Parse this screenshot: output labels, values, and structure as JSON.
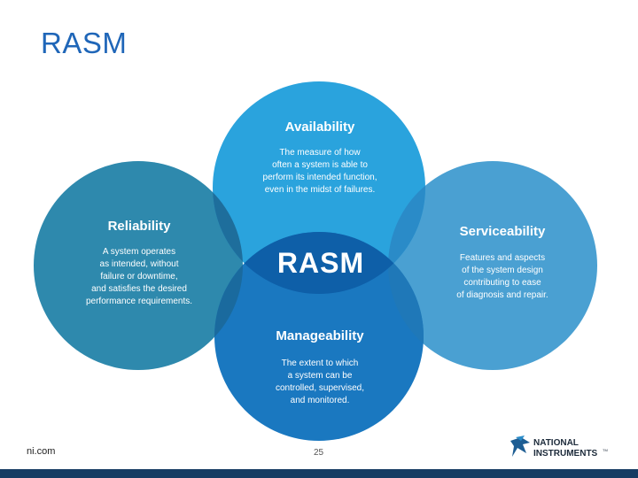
{
  "slide": {
    "title": "RASM"
  },
  "diagram": {
    "center_label": "RASM",
    "circles": [
      {
        "key": "availability",
        "title": "Availability",
        "lines": [
          "The measure of how",
          "often a system is able to",
          "perform its intended function,",
          "even in the midst of failures."
        ],
        "color": "#2aa3dd"
      },
      {
        "key": "reliability",
        "title": "Reliability",
        "lines": [
          "A system operates",
          "as intended, without",
          "failure or downtime,",
          "and satisfies the desired",
          "performance requirements."
        ],
        "color": "#2e89ad"
      },
      {
        "key": "serviceability",
        "title": "Serviceability",
        "lines": [
          "Features and aspects",
          "of the system design",
          "contributing to ease",
          "of diagnosis and repair."
        ],
        "color": "#4aa0d2"
      },
      {
        "key": "manageability",
        "title": "Manageability",
        "lines": [
          "The extent to which",
          "a system can be",
          "controlled, supervised,",
          "and monitored."
        ],
        "color": "#1a78c0"
      }
    ],
    "overlap_color": "#1e5e95",
    "center_color": "#0e5fa8"
  },
  "footer": {
    "site": "ni.com",
    "page": "25",
    "logo_line1": "NATIONAL",
    "logo_line2": "INSTRUMENTS",
    "logo_mark": "TM",
    "bar_color": "#163c63"
  }
}
